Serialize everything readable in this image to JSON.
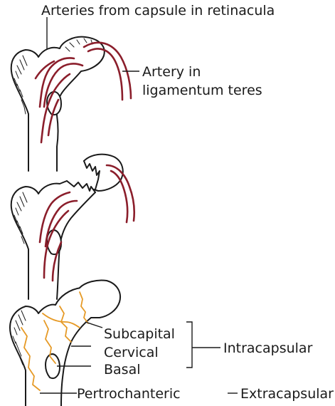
{
  "colors": {
    "artery": "#8b1e2b",
    "fracture": "#e69a26",
    "outline": "#1a1a1a"
  },
  "top": {
    "capsule_label": "Arteries from capsule in retinacula",
    "teres_label_line1": "Artery in",
    "teres_label_line2": "ligamentum teres"
  },
  "bottom": {
    "subcapital": "Subcapital",
    "cervical": "Cervical",
    "basal": "Basal",
    "intracapsular": "Intracapsular",
    "pertrochanteric": "Pertrochanteric",
    "extracapsular": "Extracapsular"
  }
}
